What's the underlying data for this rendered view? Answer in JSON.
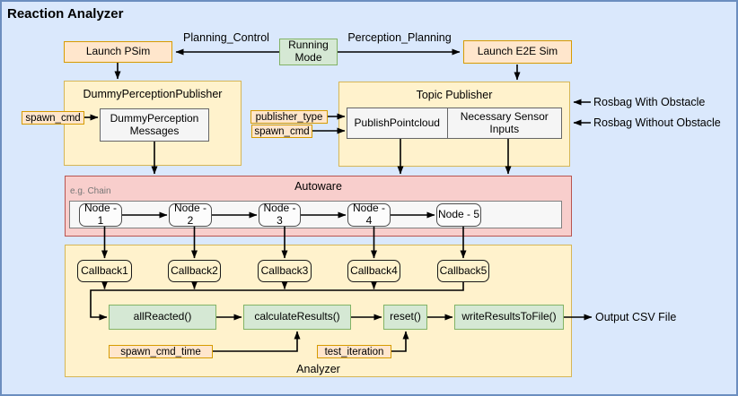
{
  "title": "Reaction Analyzer",
  "colors": {
    "canvas_bg": "#DAE8FC",
    "canvas_border": "#6C8EBF",
    "orange_fill": "#FFE6CC",
    "orange_border": "#D79B00",
    "green_fill": "#D5E8D4",
    "green_border": "#82B366",
    "yellow_fill": "#FFF2CC",
    "yellow_border": "#D6B656",
    "pink_fill": "#F8CECC",
    "pink_border": "#B85450",
    "gray_fill": "#F5F5F5"
  },
  "top": {
    "launch_psim": "Launch PSim",
    "running_mode": "Running Mode",
    "launch_e2e_sim": "Launch E2E Sim",
    "planning_control": "Planning_Control",
    "perception_planning": "Perception_Planning"
  },
  "dummy_perception_publisher": {
    "title": "DummyPerceptionPublisher",
    "spawn_cmd": "spawn_cmd",
    "messages": "DummyPerception Messages"
  },
  "topic_publisher": {
    "title": "Topic Publisher",
    "publisher_type": "publisher_type",
    "spawn_cmd": "spawn_cmd",
    "publish_pointcloud": "PublishPointcloud",
    "necessary_sensor_inputs": "Necessary Sensor Inputs"
  },
  "rosbags": {
    "with_obstacle": "Rosbag With Obstacle",
    "without_obstacle": "Rosbag Without Obstacle"
  },
  "autoware": {
    "title": "Autoware",
    "chain_hint": "e.g. Chain",
    "nodes": [
      "Node - 1",
      "Node - 2",
      "Node - 3",
      "Node - 4",
      "Node - 5"
    ]
  },
  "analyzer": {
    "title": "Analyzer",
    "callbacks": [
      "Callback1",
      "Callback2",
      "Callback3",
      "Callback4",
      "Callback5"
    ],
    "functions": [
      "allReacted()",
      "calculateResults()",
      "reset()",
      "writeResultsToFile()"
    ],
    "spawn_cmd_time": "spawn_cmd_time",
    "test_iteration": "test_iteration"
  },
  "output": {
    "label": "Output CSV File"
  }
}
